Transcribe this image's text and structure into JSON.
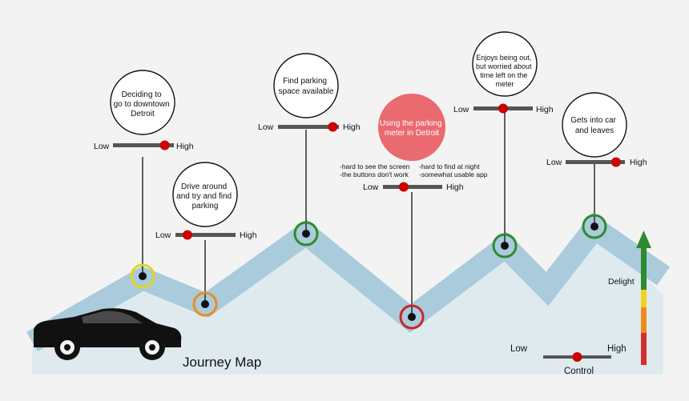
{
  "title": "Journey Map",
  "scale": {
    "low_label": "Low",
    "high_label": "High"
  },
  "legend": {
    "top_label": "Delight",
    "bottom_label": "Control",
    "colors": [
      "#d32f2f",
      "#ef8a1f",
      "#f2d21c",
      "#2e8b2e"
    ],
    "value": 0.5
  },
  "colors": {
    "band": "#a9cbdb",
    "fill": "#dfeaef",
    "node_red": "#cc0000"
  },
  "stages": [
    {
      "id": "deciding",
      "text": [
        "Deciding to",
        "go to downtown",
        "Detroit"
      ],
      "meter": 0.85,
      "ring": "#e3d41e",
      "emotion": 0.38
    },
    {
      "id": "drive",
      "text": [
        "Drive around",
        "and try and find",
        "parking"
      ],
      "meter": 0.2,
      "ring": "#ef8a1f",
      "emotion": 0.23
    },
    {
      "id": "find",
      "text": [
        "Find parking",
        "space available"
      ],
      "meter": 0.9,
      "ring": "#2e8b2e",
      "emotion": 0.8
    },
    {
      "id": "meter",
      "text": [
        "Using the parking",
        "meter in Detroit"
      ],
      "meter": 0.35,
      "ring": "#c62828",
      "emotion": 0.05,
      "highlight": true,
      "notes": [
        "-hard to see the screen",
        "-the buttons don't work",
        "-hard to find at night",
        "-somewhat usable app"
      ]
    },
    {
      "id": "enjoys",
      "text": [
        "Enjoys being out,",
        "but worried about",
        "time left on the",
        "meter"
      ],
      "meter": 0.5,
      "ring": "#2e8b2e",
      "emotion": 0.62
    },
    {
      "id": "leaves",
      "text": [
        "Gets into car",
        "and leaves"
      ],
      "meter": 0.85,
      "ring": "#2e8b2e",
      "emotion": 0.93
    }
  ]
}
